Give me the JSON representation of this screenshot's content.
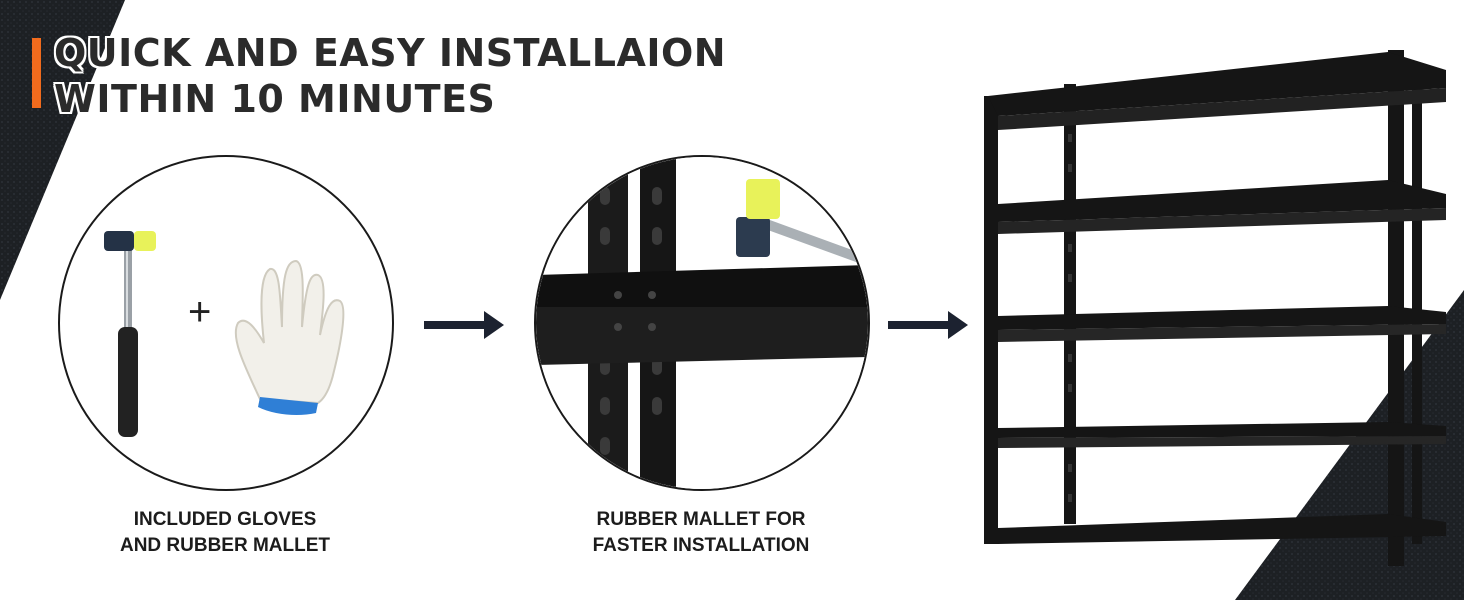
{
  "headline": {
    "line1": "QUICK AND EASY INSTALLAION",
    "line2": "WITHIN 10 MINUTES"
  },
  "steps": [
    {
      "caption_line1": "INCLUDED GLOVES",
      "caption_line2": "AND RUBBER MALLET",
      "plus_sign": "+"
    },
    {
      "caption_line1": "RUBBER MALLET FOR",
      "caption_line2": "FASTER INSTALLATION"
    }
  ],
  "colors": {
    "accent": "#f26b1d",
    "rack": "#151515",
    "mallet_head": "#e8f25a",
    "glove_cuff": "#2f7fd6"
  },
  "icons": [
    "rubber-mallet-icon",
    "work-glove-icon",
    "right-arrow-icon",
    "shelving-rack-icon"
  ]
}
